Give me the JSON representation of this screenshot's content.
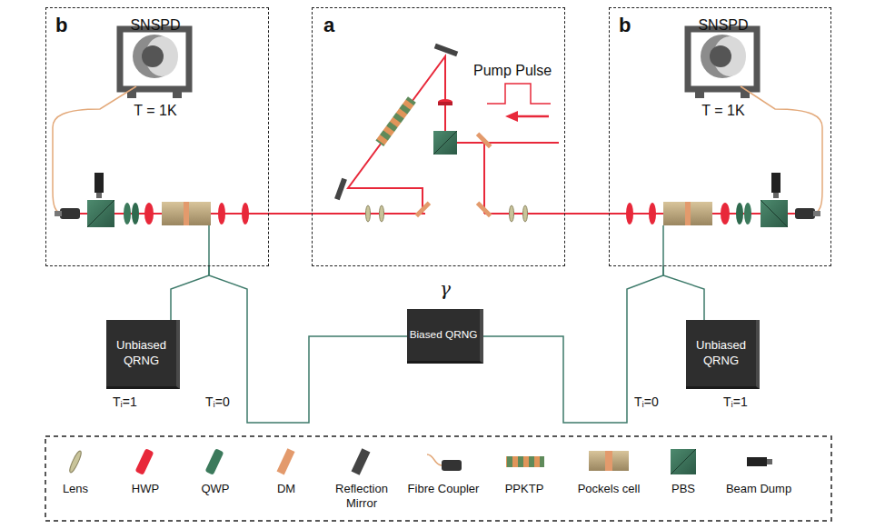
{
  "diagram": {
    "nodes": [
      {
        "text": [
          "b",
          "SNSPD",
          "T = 1K"
        ]
      },
      {
        "text": [
          "a",
          "Pump Pulse"
        ]
      },
      {
        "text": [
          "b",
          "SNSPD",
          "T = 1K"
        ]
      },
      {
        "text": [
          "Unbiased QRNG"
        ]
      },
      {
        "text": [
          "γ",
          "Biased QRNG"
        ]
      },
      {
        "text": [
          "Unbiased QRNG"
        ]
      }
    ],
    "edges": [
      {
        "from": 0,
        "to": 3,
        "arrow": "none"
      },
      {
        "from": 0,
        "to": 4,
        "arrow": "none"
      },
      {
        "from": 2,
        "to": 5,
        "arrow": "none"
      },
      {
        "from": 2,
        "to": 4,
        "arrow": "none"
      }
    ],
    "labels": [
      "Tᵢ=1",
      "Tᵢ=0",
      "Tᵢ=0",
      "Tᵢ=1"
    ],
    "legend": [
      {
        "text": "Lens"
      },
      {
        "text": "HWP"
      },
      {
        "text": "QWP"
      },
      {
        "text": "DM"
      },
      {
        "text": "Reflection Mirror"
      },
      {
        "text": "Fibre Coupler"
      },
      {
        "text": "PPKTP"
      },
      {
        "text": "Pockels cell"
      },
      {
        "text": "PBS"
      },
      {
        "text": "Beam Dump"
      }
    ]
  }
}
